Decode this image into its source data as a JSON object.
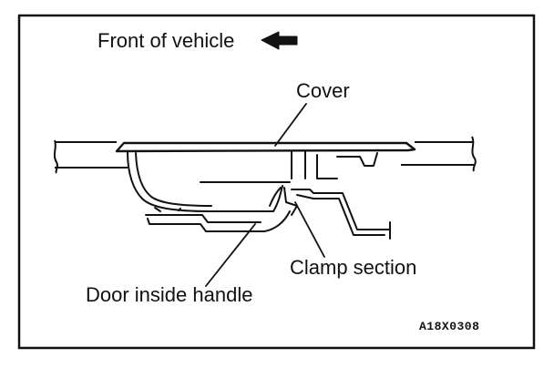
{
  "labels": {
    "front_of_vehicle": "Front of vehicle",
    "cover": "Cover",
    "clamp_section": "Clamp section",
    "door_inside_handle": "Door inside handle"
  },
  "figure_code": "A18X0308",
  "colors": {
    "ink": "#111111",
    "paper": "#ffffff"
  },
  "icons": {
    "direction": "arrow-left-icon"
  }
}
